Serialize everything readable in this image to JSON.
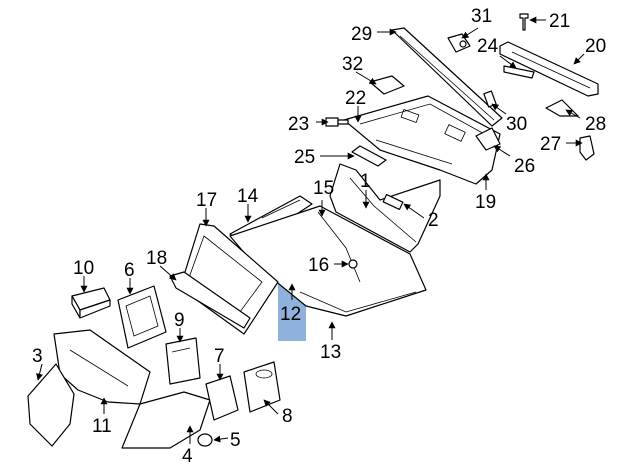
{
  "diagram": {
    "highlight_color": "#8fb1dc",
    "line_color": "#000000",
    "background": "#ffffff",
    "highlighted_callout": "12"
  },
  "callouts": [
    {
      "id": "c1",
      "label": "1"
    },
    {
      "id": "c2",
      "label": "2"
    },
    {
      "id": "c3",
      "label": "3"
    },
    {
      "id": "c4",
      "label": "4"
    },
    {
      "id": "c5",
      "label": "5"
    },
    {
      "id": "c6",
      "label": "6"
    },
    {
      "id": "c7",
      "label": "7"
    },
    {
      "id": "c8",
      "label": "8"
    },
    {
      "id": "c9",
      "label": "9"
    },
    {
      "id": "c10",
      "label": "10"
    },
    {
      "id": "c11",
      "label": "11"
    },
    {
      "id": "c12",
      "label": "12"
    },
    {
      "id": "c13",
      "label": "13"
    },
    {
      "id": "c14",
      "label": "14"
    },
    {
      "id": "c15",
      "label": "15"
    },
    {
      "id": "c16",
      "label": "16"
    },
    {
      "id": "c17",
      "label": "17"
    },
    {
      "id": "c18",
      "label": "18"
    },
    {
      "id": "c19",
      "label": "19"
    },
    {
      "id": "c20",
      "label": "20"
    },
    {
      "id": "c21",
      "label": "21"
    },
    {
      "id": "c22",
      "label": "22"
    },
    {
      "id": "c23",
      "label": "23"
    },
    {
      "id": "c24",
      "label": "24"
    },
    {
      "id": "c25",
      "label": "25"
    },
    {
      "id": "c26",
      "label": "26"
    },
    {
      "id": "c27",
      "label": "27"
    },
    {
      "id": "c28",
      "label": "28"
    },
    {
      "id": "c29",
      "label": "29"
    },
    {
      "id": "c30",
      "label": "30"
    },
    {
      "id": "c31",
      "label": "31"
    },
    {
      "id": "c32",
      "label": "32"
    }
  ]
}
